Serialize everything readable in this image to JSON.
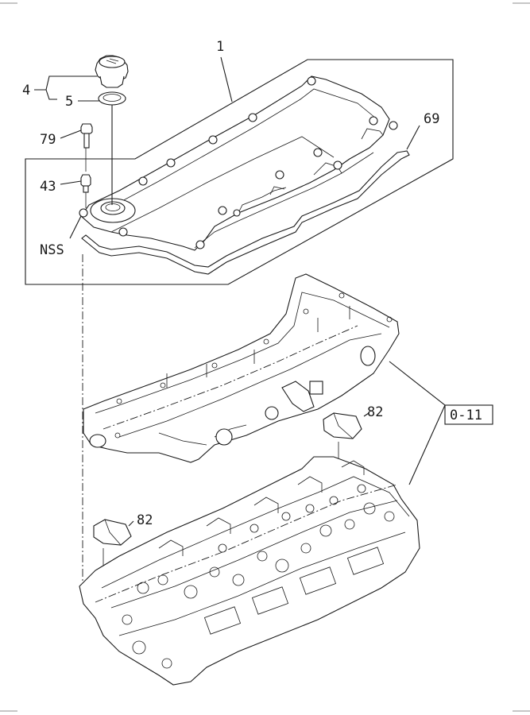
{
  "callouts": {
    "cover": "1",
    "cap": "4",
    "cap_seal": "5",
    "bolt": "79",
    "stud": "43",
    "gasket": "69",
    "nss": "NSS",
    "plug_upper": "82",
    "plug_lower": "82",
    "ref_box": "0-11"
  }
}
